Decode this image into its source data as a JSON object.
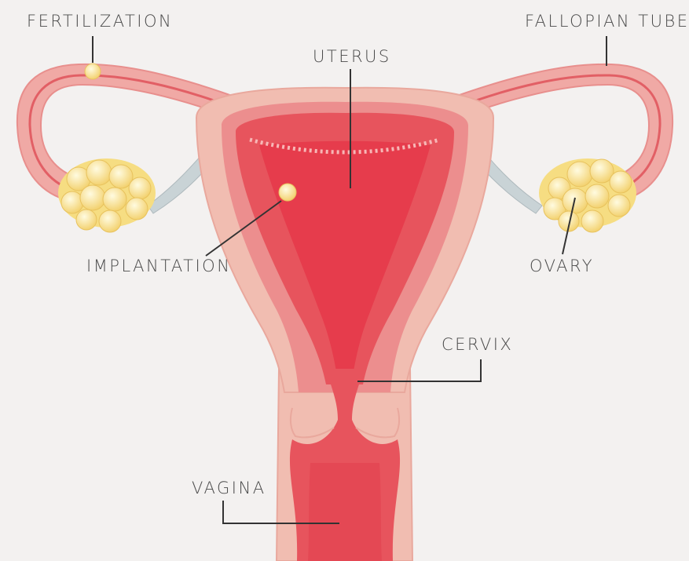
{
  "labels": {
    "fertilization": "FERTILIZATION",
    "fallopian_tube": "FALLOPIAN TUBE",
    "uterus": "UTERUS",
    "implantation": "IMPLANTATION",
    "ovary": "OVARY",
    "cervix": "CERVIX",
    "vagina": "VAGINA"
  },
  "colors": {
    "background": "#f3f1f0",
    "outer_tissue": "#f1bdb1",
    "wall": "#ec8e8e",
    "lining": "#e7545d",
    "cavity": "#e63c4c",
    "ovary": "#f6dd82",
    "ligament": "#c9d3d6",
    "text": "#4a4a4a",
    "leader": "#333333"
  }
}
